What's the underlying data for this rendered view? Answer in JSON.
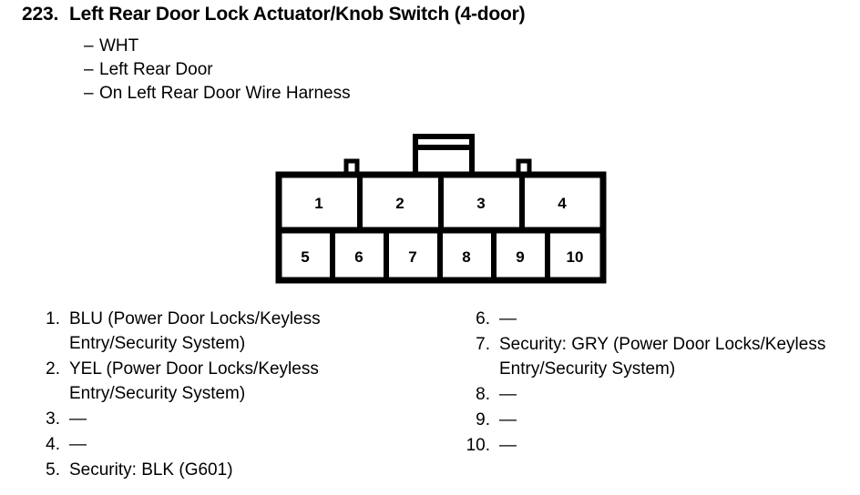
{
  "header": {
    "number": "223.",
    "title": "Left Rear Door Lock Actuator/Knob Switch (4-door)",
    "bullets": [
      {
        "dash": "–",
        "text": "WHT"
      },
      {
        "dash": "–",
        "text": "Left Rear Door"
      },
      {
        "dash": "–",
        "text": "On Left Rear Door Wire Harness"
      }
    ]
  },
  "connector": {
    "name": "10-pin connector face view",
    "top_row_pins": [
      "1",
      "2",
      "3",
      "4"
    ],
    "bottom_row_pins": [
      "5",
      "6",
      "7",
      "8",
      "9",
      "10"
    ],
    "latch_tabs": [
      "small-left-tab",
      "center-latch-tab",
      "small-right-tab"
    ],
    "line_color": "#000000",
    "fill_color": "#ffffff"
  },
  "pin_list": {
    "left_column": [
      {
        "num": "1.",
        "text": "BLU (Power Door Locks/Keyless Entry/Security System)"
      },
      {
        "num": "2.",
        "text": "YEL (Power Door Locks/Keyless Entry/Security System)"
      },
      {
        "num": "3.",
        "text": "—"
      },
      {
        "num": "4.",
        "text": "—"
      },
      {
        "num": "5.",
        "text": "Security: BLK (G601)"
      }
    ],
    "right_column": [
      {
        "num": "6.",
        "text": "—"
      },
      {
        "num": "7.",
        "text": "Security: GRY (Power Door Locks/Keyless Entry/Security System)"
      },
      {
        "num": "8.",
        "text": "—"
      },
      {
        "num": "9.",
        "text": "—"
      },
      {
        "num": "10.",
        "text": "—"
      }
    ]
  }
}
